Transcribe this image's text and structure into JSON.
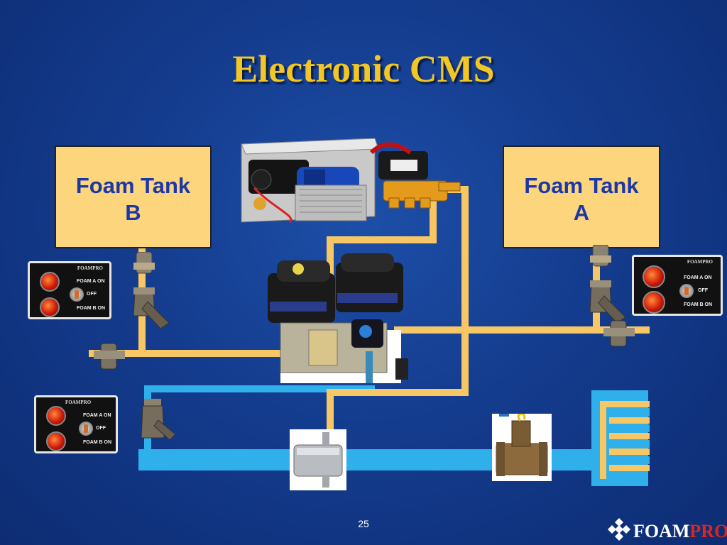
{
  "slide": {
    "title": "Electronic CMS",
    "page_number": "25"
  },
  "tanks": {
    "b": {
      "line1": "Foam Tank",
      "line2": "B"
    },
    "a": {
      "line1": "Foam Tank",
      "line2": "A"
    }
  },
  "panels": {
    "brand": "FOAMPRO",
    "foam_a_on": "FOAM A   ON",
    "off": "OFF",
    "foam_b_on": "FOAM B   ON"
  },
  "logo": {
    "text_main": "FOAM",
    "text_accent": "PRO"
  },
  "colors": {
    "background": "#143c8e",
    "title": "#f2c624",
    "tank_fill": "#fcd57c",
    "tank_text": "#1c38a8",
    "foam_line": "#f8c765",
    "water_line": "#2fb0ea"
  },
  "icons": [
    "foampro-logo-icon",
    "strainer-valve-icon",
    "injection-pump-icon",
    "solenoid-valve-icon",
    "flowmeter-icon",
    "flow-sensor-icon",
    "control-panel-icon"
  ]
}
